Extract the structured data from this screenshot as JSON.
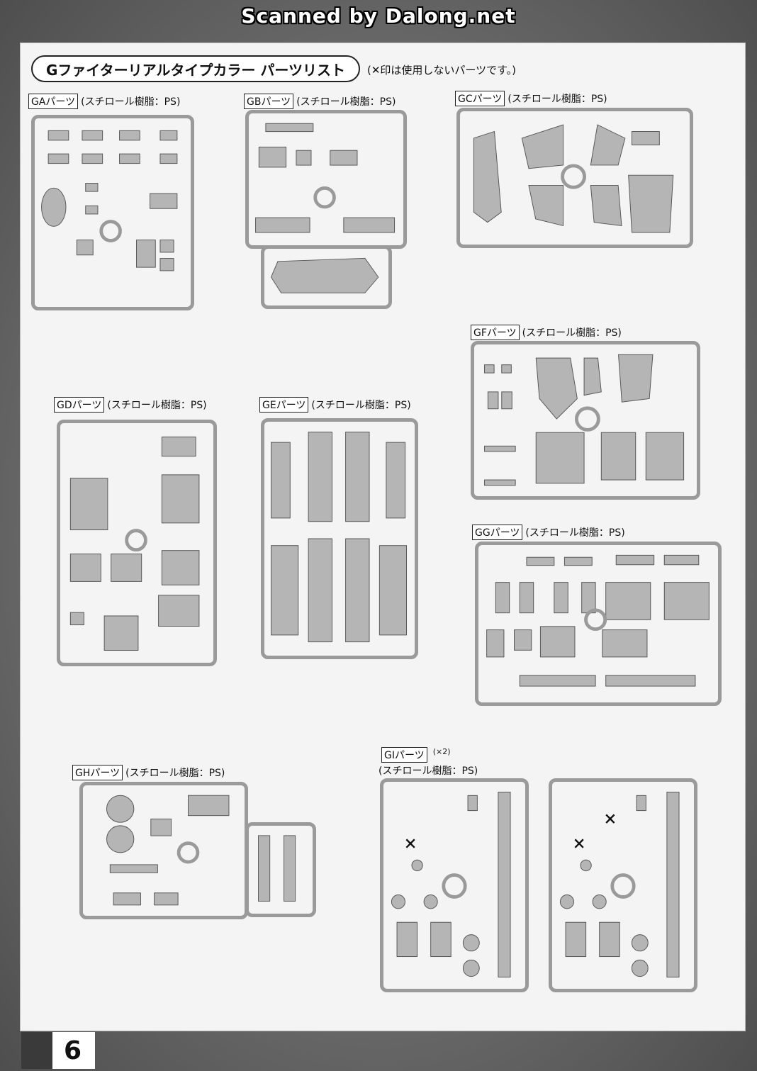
{
  "banner": "Scanned by Dalong.net",
  "title": "Gファイターリアルタイプカラー パーツリスト",
  "title_note": "(✕印は使用しないパーツです。)",
  "material": "(スチロール樹脂：PS)",
  "runners": [
    {
      "id": "ga",
      "tag": "GAパーツ"
    },
    {
      "id": "gb",
      "tag": "GBパーツ"
    },
    {
      "id": "gc",
      "tag": "GCパーツ"
    },
    {
      "id": "gf",
      "tag": "GFパーツ"
    },
    {
      "id": "gd",
      "tag": "GDパーツ"
    },
    {
      "id": "ge",
      "tag": "GEパーツ"
    },
    {
      "id": "gg",
      "tag": "GGパーツ"
    },
    {
      "id": "gh",
      "tag": "GHパーツ"
    },
    {
      "id": "gi",
      "tag": "GIパーツ",
      "multiplier": "(×2)"
    }
  ],
  "page_number": "6",
  "colors": {
    "runner": "#9a9a9a",
    "sheet": "#f4f4f4",
    "ink": "#111111"
  }
}
